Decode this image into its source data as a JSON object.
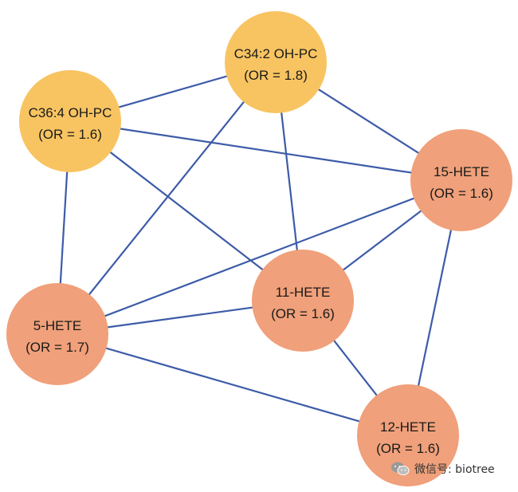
{
  "colors": {
    "edge": "#3d5ba8",
    "pc_node": "#f8c462",
    "hete_node": "#f0a07a"
  },
  "nodes": [
    {
      "id": "c34",
      "name": "C34:2 OH-PC",
      "or_label": "(OR = 1.8)",
      "group": "pc"
    },
    {
      "id": "c36",
      "name": "C36:4 OH-PC",
      "or_label": "(OR = 1.6)",
      "group": "pc"
    },
    {
      "id": "h15",
      "name": "15-HETE",
      "or_label": "(OR = 1.6)",
      "group": "hete"
    },
    {
      "id": "h11",
      "name": "11-HETE",
      "or_label": "(OR = 1.6)",
      "group": "hete"
    },
    {
      "id": "h5",
      "name": "5-HETE",
      "or_label": "(OR = 1.7)",
      "group": "hete"
    },
    {
      "id": "h12",
      "name": "12-HETE",
      "or_label": "(OR = 1.6)",
      "group": "hete"
    }
  ],
  "edges": [
    [
      "c34",
      "c36"
    ],
    [
      "c34",
      "h15"
    ],
    [
      "c34",
      "h11"
    ],
    [
      "c34",
      "h5"
    ],
    [
      "c36",
      "h15"
    ],
    [
      "c36",
      "h11"
    ],
    [
      "c36",
      "h5"
    ],
    [
      "h15",
      "h11"
    ],
    [
      "h15",
      "h5"
    ],
    [
      "h15",
      "h12"
    ],
    [
      "h11",
      "h5"
    ],
    [
      "h11",
      "h12"
    ],
    [
      "h5",
      "h12"
    ]
  ],
  "watermark": {
    "text": "微信号: biotree",
    "icon": "wechat-icon"
  }
}
